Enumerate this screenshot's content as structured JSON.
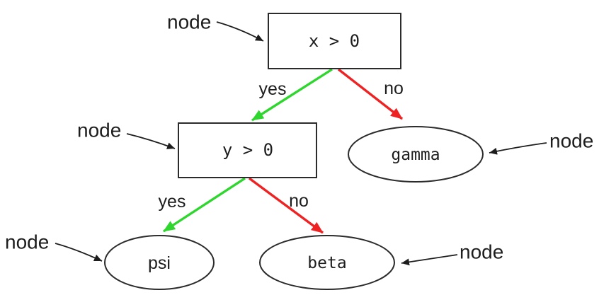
{
  "diagram": {
    "type": "decision-tree",
    "nodes": {
      "root": {
        "label": "x > 0",
        "shape": "rectangle"
      },
      "internal": {
        "label": "y > 0",
        "shape": "rectangle"
      },
      "gamma": {
        "label": "gamma",
        "shape": "ellipse"
      },
      "psi": {
        "label": "psi",
        "shape": "ellipse"
      },
      "beta": {
        "label": "beta",
        "shape": "ellipse"
      }
    },
    "edges": {
      "root_yes": "yes",
      "root_no": "no",
      "internal_yes": "yes",
      "internal_no": "no"
    },
    "annotations": {
      "root": "node",
      "internal": "node",
      "gamma": "node",
      "psi": "node",
      "beta": "node"
    },
    "colors": {
      "yes_green": "#2ed62e",
      "no_red": "#ee2222",
      "outline": "#1d1d1d",
      "label_text": "#1d1d1d",
      "background": "#ffffff"
    }
  }
}
